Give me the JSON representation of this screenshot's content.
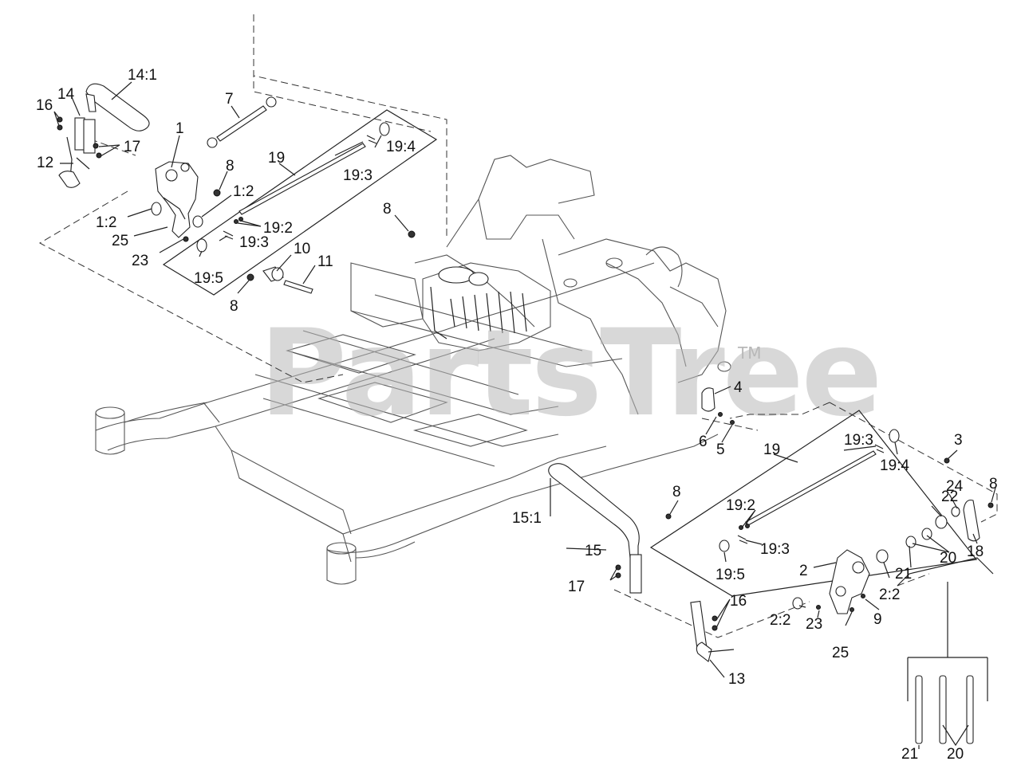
{
  "watermark": {
    "text": "PartsTree",
    "trademark": "TM"
  },
  "callouts": [
    {
      "id": "c1",
      "text": "1"
    },
    {
      "id": "c1-2a",
      "text": "1:2"
    },
    {
      "id": "c1-2b",
      "text": "1:2"
    },
    {
      "id": "c2",
      "text": "2"
    },
    {
      "id": "c2-2a",
      "text": "2:2"
    },
    {
      "id": "c2-2b",
      "text": "2:2"
    },
    {
      "id": "c3",
      "text": "3"
    },
    {
      "id": "c4",
      "text": "4"
    },
    {
      "id": "c5",
      "text": "5"
    },
    {
      "id": "c6",
      "text": "6"
    },
    {
      "id": "c7",
      "text": "7"
    },
    {
      "id": "c8a",
      "text": "8"
    },
    {
      "id": "c8b",
      "text": "8"
    },
    {
      "id": "c8c",
      "text": "8"
    },
    {
      "id": "c8d",
      "text": "8"
    },
    {
      "id": "c8e",
      "text": "8"
    },
    {
      "id": "c9",
      "text": "9"
    },
    {
      "id": "c10",
      "text": "10"
    },
    {
      "id": "c11",
      "text": "11"
    },
    {
      "id": "c12",
      "text": "12"
    },
    {
      "id": "c13",
      "text": "13"
    },
    {
      "id": "c14",
      "text": "14"
    },
    {
      "id": "c14-1",
      "text": "14:1"
    },
    {
      "id": "c15",
      "text": "15"
    },
    {
      "id": "c15-1",
      "text": "15:1"
    },
    {
      "id": "c16a",
      "text": "16"
    },
    {
      "id": "c16b",
      "text": "16"
    },
    {
      "id": "c17a",
      "text": "17"
    },
    {
      "id": "c17b",
      "text": "17"
    },
    {
      "id": "c18",
      "text": "18"
    },
    {
      "id": "c19a",
      "text": "19"
    },
    {
      "id": "c19b",
      "text": "19"
    },
    {
      "id": "c19-2a",
      "text": "19:2"
    },
    {
      "id": "c19-2b",
      "text": "19:2"
    },
    {
      "id": "c19-3a",
      "text": "19:3"
    },
    {
      "id": "c19-3b",
      "text": "19:3"
    },
    {
      "id": "c19-3c",
      "text": "19:3"
    },
    {
      "id": "c19-3d",
      "text": "19:3"
    },
    {
      "id": "c19-4a",
      "text": "19:4"
    },
    {
      "id": "c19-4b",
      "text": "19:4"
    },
    {
      "id": "c19-5a",
      "text": "19:5"
    },
    {
      "id": "c19-5b",
      "text": "19:5"
    },
    {
      "id": "c20a",
      "text": "20"
    },
    {
      "id": "c20b",
      "text": "20"
    },
    {
      "id": "c21a",
      "text": "21"
    },
    {
      "id": "c21b",
      "text": "21"
    },
    {
      "id": "c22",
      "text": "22"
    },
    {
      "id": "c23a",
      "text": "23"
    },
    {
      "id": "c23b",
      "text": "23"
    },
    {
      "id": "c24",
      "text": "24"
    },
    {
      "id": "c25a",
      "text": "25"
    },
    {
      "id": "c25b",
      "text": "25"
    }
  ]
}
